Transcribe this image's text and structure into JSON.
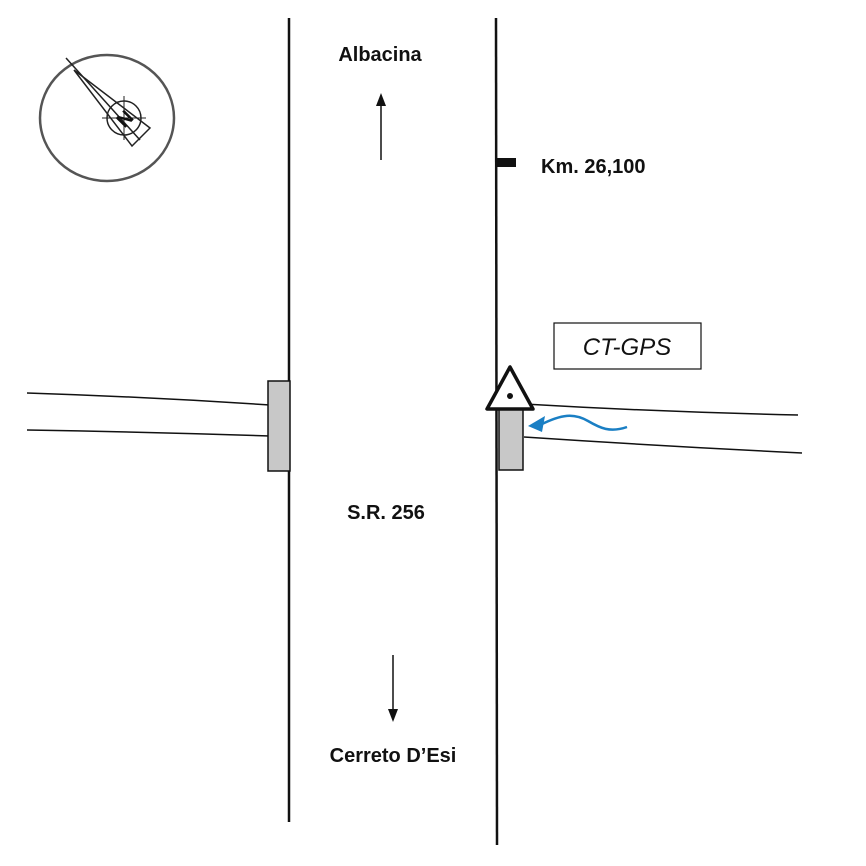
{
  "labels": {
    "north_destination": "Albacina",
    "south_destination": "Cerreto D’Esi",
    "road_name": "S.R. 256",
    "kilometre_marker": "Km. 26,100",
    "station_code": "CT-GPS"
  },
  "compass": {
    "letter": "N",
    "icon": "compass-icon"
  },
  "colors": {
    "ink": "#111111",
    "bridge_fill": "#c8c8c8",
    "flow_arrow": "#1a7fc4",
    "compass_ring": "#555555"
  }
}
